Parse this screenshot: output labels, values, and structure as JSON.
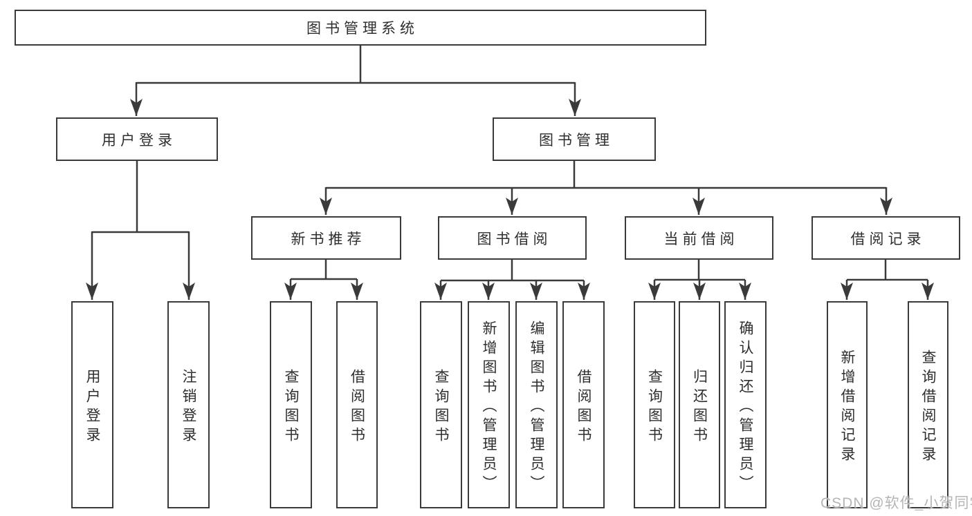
{
  "tree": {
    "label": "图书管理系统",
    "children": [
      {
        "label": "用户登录",
        "children": [
          {
            "label": "用户登录"
          },
          {
            "label": "注销登录"
          }
        ]
      },
      {
        "label": "图书管理",
        "children": [
          {
            "label": "新书推荐",
            "children": [
              {
                "label": "查询图书"
              },
              {
                "label": "借阅图书"
              }
            ]
          },
          {
            "label": "图书借阅",
            "children": [
              {
                "label": "查询图书"
              },
              {
                "label": "新增图书（管理员）"
              },
              {
                "label": "编辑图书（管理员）"
              },
              {
                "label": "借阅图书"
              }
            ]
          },
          {
            "label": "当前借阅",
            "children": [
              {
                "label": "查询图书"
              },
              {
                "label": "归还图书"
              },
              {
                "label": "确认归还（管理员）"
              }
            ]
          },
          {
            "label": "借阅记录",
            "children": [
              {
                "label": "新增借阅记录"
              },
              {
                "label": "查询借阅记录"
              }
            ]
          }
        ]
      }
    ]
  },
  "watermark": {
    "text": "CSDN @软件_小贺同学"
  },
  "colors": {
    "line_color": "#3a3a3a",
    "border_color": "#3a3a3a",
    "text_color": "#2e2e2e",
    "watermark_color": "#b5b5b5",
    "background_color": "#ffffff"
  }
}
